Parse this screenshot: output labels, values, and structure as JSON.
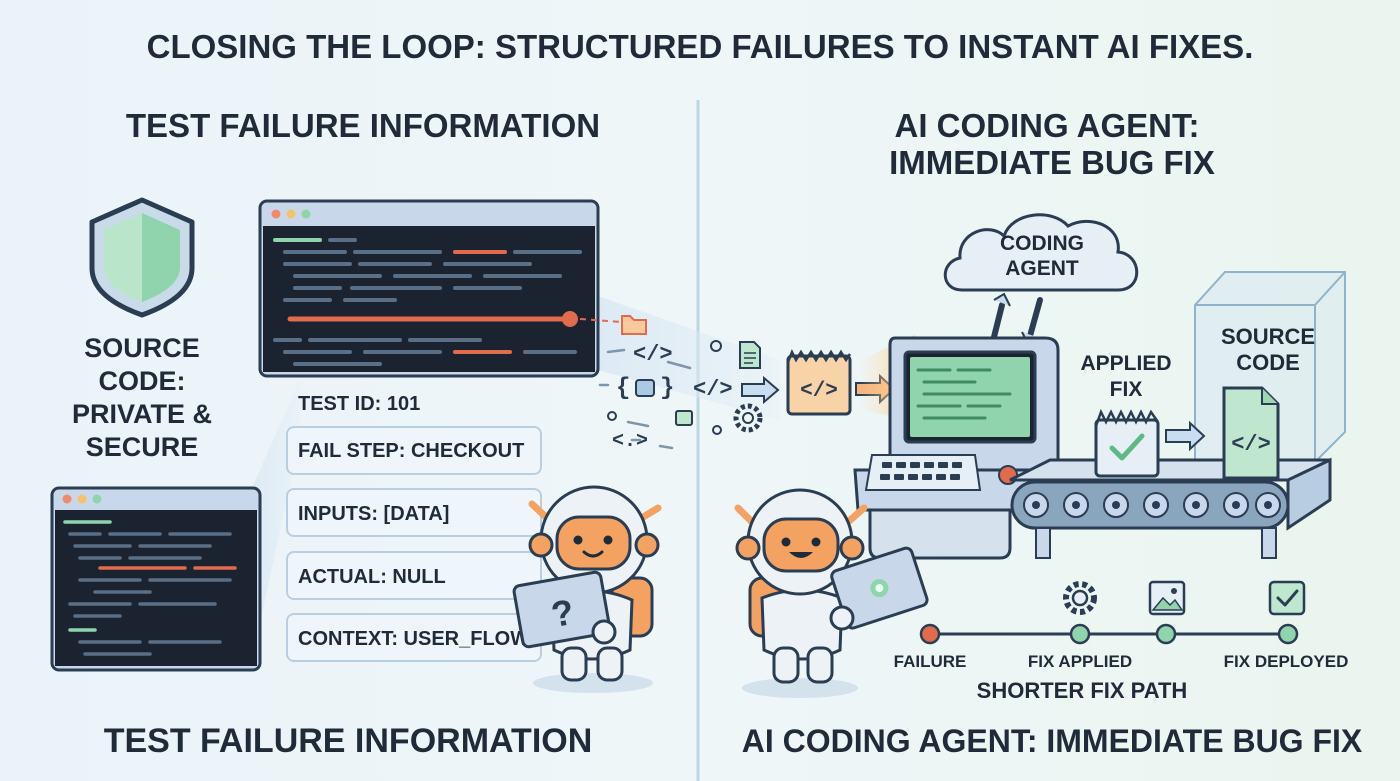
{
  "title": "CLOSING THE LOOP: STRUCTURED FAILURES TO INSTANT AI FIXES.",
  "left": {
    "heading": "TEST FAILURE INFORMATION",
    "source_code_lines": [
      "SOURCE",
      "CODE:",
      "PRIVATE &",
      "SECURE"
    ],
    "fields": {
      "test_id": "TEST ID: 101",
      "fail_step": "FAIL STEP: CHECKOUT",
      "inputs": "INPUTS: [DATA]",
      "actual": "ACTUAL: NULL",
      "context": "CONTEXT: USER_FLOW"
    },
    "footer": "TEST FAILURE INFORMATION",
    "robot_symbol": "?"
  },
  "right": {
    "heading_line1": "AI CODING AGENT:",
    "heading_line2": "IMMEDIATE BUG FIX",
    "cloud_line1": "CODING",
    "cloud_line2": "AGENT",
    "applied_fix_line1": "APPLIED",
    "applied_fix_line2": "FIX",
    "source_code_line1": "SOURCE",
    "source_code_line2": "CODE",
    "timeline": {
      "failure": "FAILURE",
      "fix_applied": "FIX APPLIED",
      "fix_deployed": "FIX DEPLOYED",
      "caption": "SHORTER FIX PATH"
    },
    "footer": "AI CODING AGENT: IMMEDIATE BUG FIX"
  },
  "code_symbols": {
    "tag": "</>",
    "left_brace": "{",
    "right_brace": "}",
    "angle_pair": "<.>"
  },
  "colors": {
    "terminal_bg": "#1b2230",
    "terminal_frame": "#c8d8ea",
    "shield_green": "#8fd4ad",
    "robot_orange": "#f4a261",
    "error_red": "#e06b4d",
    "success_green": "#8fd4ad",
    "text_dark": "#1f2b38"
  }
}
